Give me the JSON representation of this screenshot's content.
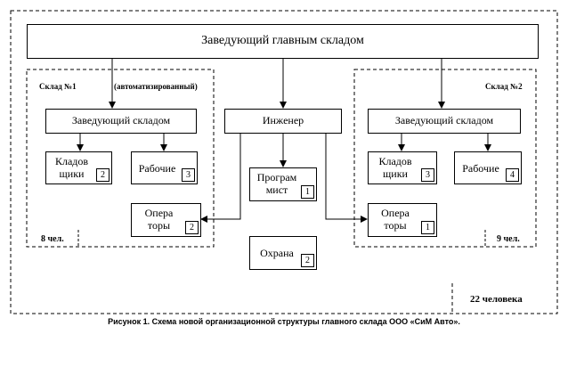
{
  "top_manager": "Заведующий главным складом",
  "warehouse1": {
    "title": "Склад №1",
    "mode": "(автоматизированный)",
    "manager": "Заведующий складом",
    "storekeepers": {
      "line1": "Кладов",
      "line2": "щики",
      "count": "2"
    },
    "workers": {
      "label": "Рабочие",
      "count": "3"
    },
    "operators": {
      "line1": "Опера",
      "line2": "торы",
      "count": "2"
    },
    "staff": "8 чел."
  },
  "engineer": "Инженер",
  "programmer": {
    "line1": "Програм",
    "line2": "мист",
    "count": "1"
  },
  "security": {
    "label": "Охрана",
    "count": "2"
  },
  "warehouse2": {
    "title": "Склад №2",
    "manager": "Заведующий складом",
    "storekeepers": {
      "line1": "Кладов",
      "line2": "щики",
      "count": "3"
    },
    "workers": {
      "label": "Рабочие",
      "count": "4"
    },
    "operators": {
      "line1": "Опера",
      "line2": "торы",
      "count": "1"
    },
    "staff": "9 чел."
  },
  "total": "22 человека",
  "caption": "Рисунок 1. Схема новой организационной структуры главного склада ООО «СиМ Авто»."
}
